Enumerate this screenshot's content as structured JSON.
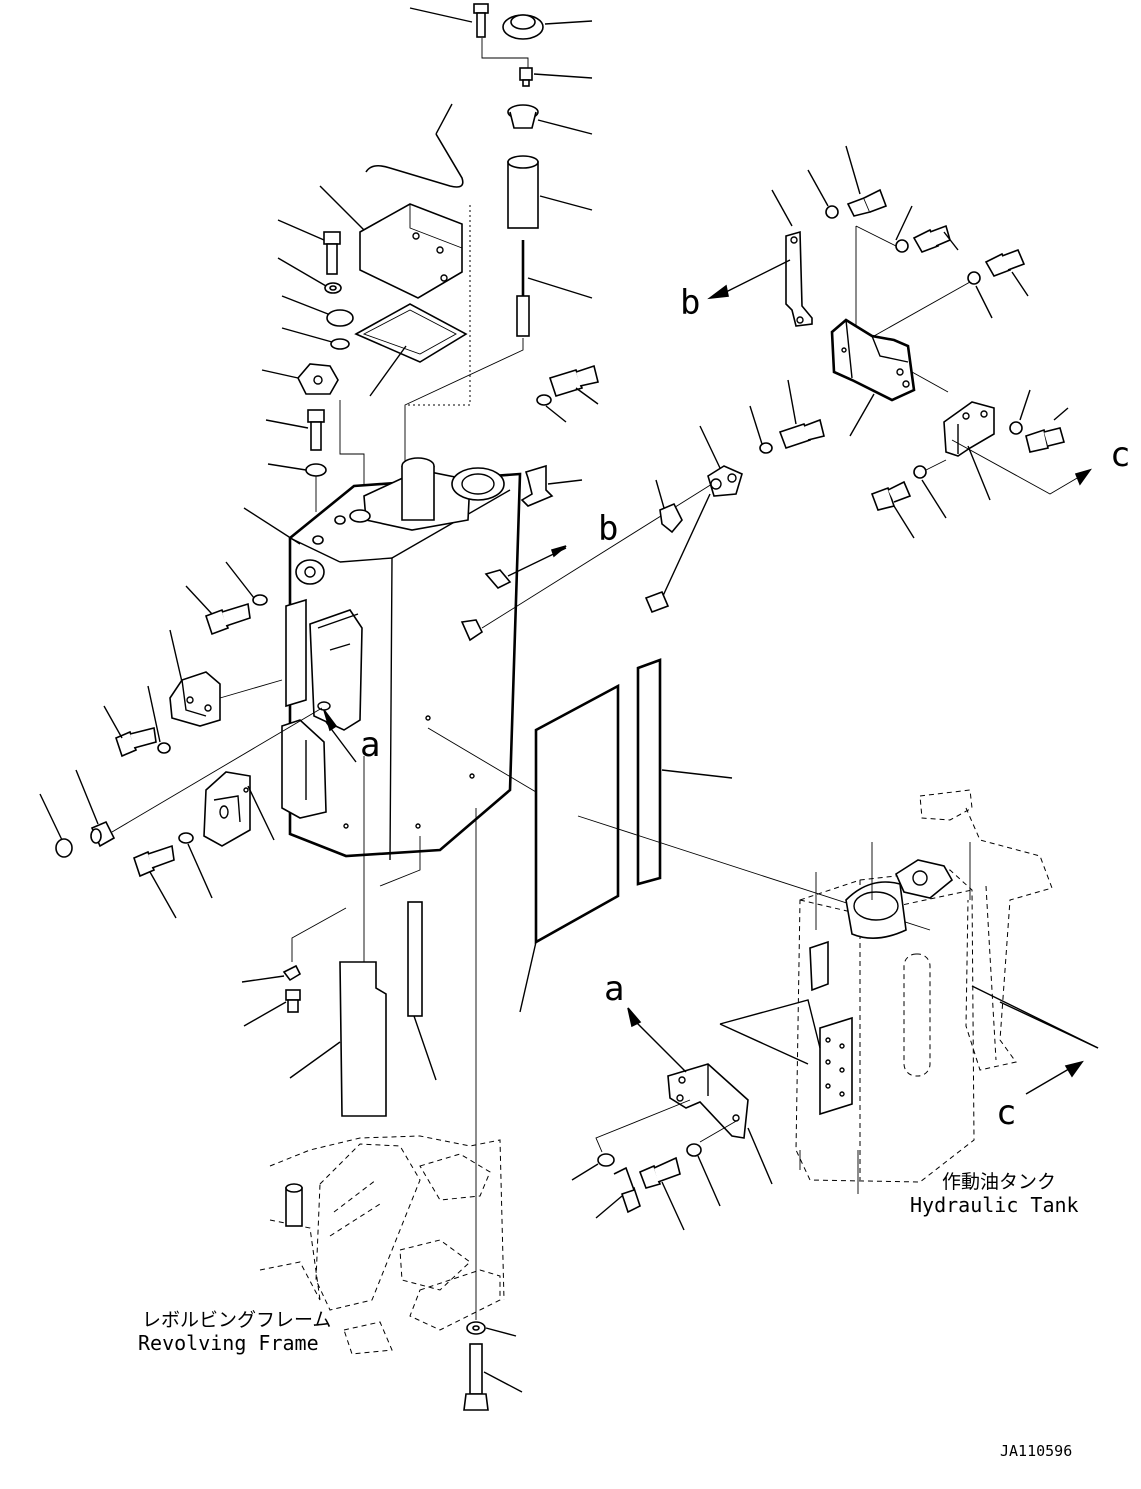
{
  "view_labels": {
    "a_callout": "a",
    "a_view": "a",
    "b_callout": "b",
    "b_view": "b",
    "c_callout": "c",
    "c_view": "c"
  },
  "annotations": {
    "revolving_frame_jp": "レボルビングフレーム",
    "revolving_frame_en": "Revolving Frame",
    "hydraulic_tank_jp": "作動油タンク",
    "hydraulic_tank_en": "Hydraulic Tank"
  },
  "drawing_number": "JA110596"
}
